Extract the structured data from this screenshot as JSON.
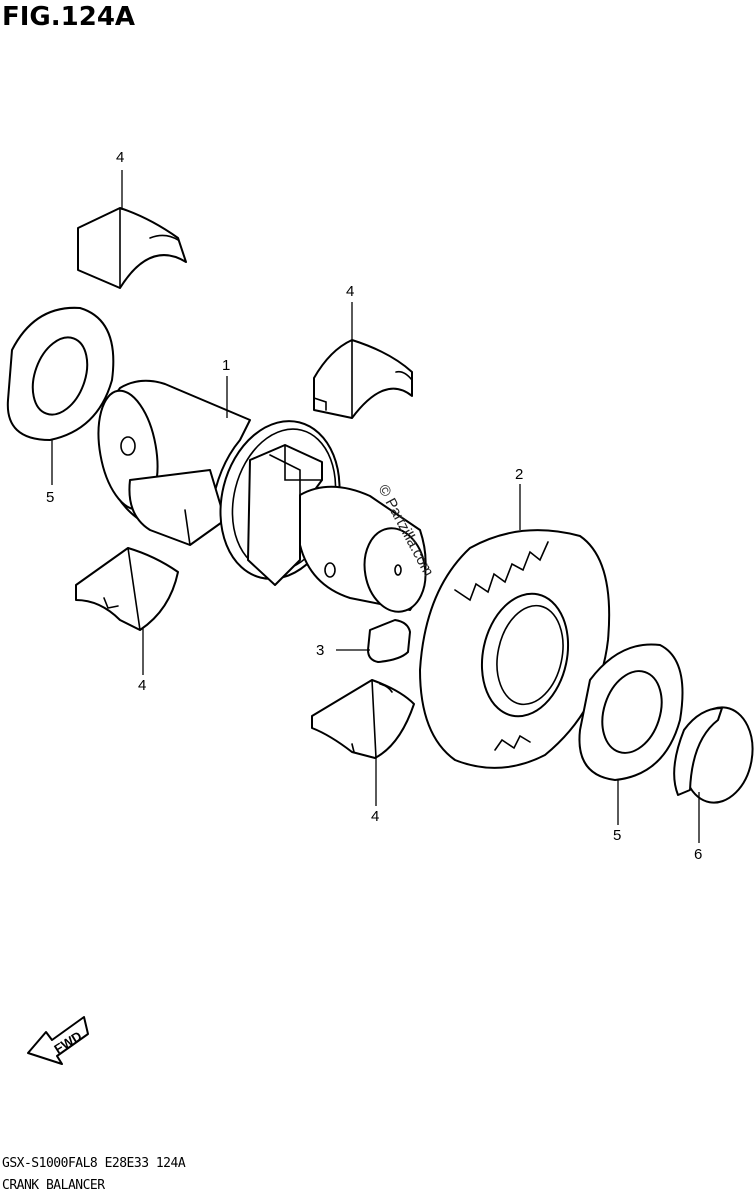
{
  "figure": {
    "title": "FIG.124A"
  },
  "callouts": [
    {
      "id": "c1",
      "label": "1"
    },
    {
      "id": "c2",
      "label": "2"
    },
    {
      "id": "c3",
      "label": "3"
    },
    {
      "id": "c4a",
      "label": "4"
    },
    {
      "id": "c4b",
      "label": "4"
    },
    {
      "id": "c4c",
      "label": "4"
    },
    {
      "id": "c4d",
      "label": "4"
    },
    {
      "id": "c5a",
      "label": "5"
    },
    {
      "id": "c5b",
      "label": "5"
    },
    {
      "id": "c6",
      "label": "6"
    }
  ],
  "watermark": "© Partzilla.com",
  "fwd_badge": "FWD",
  "footer": {
    "model_line": "GSX-S1000FAL8  E28E33  124A",
    "name_line": "CRANK BALANCER"
  }
}
